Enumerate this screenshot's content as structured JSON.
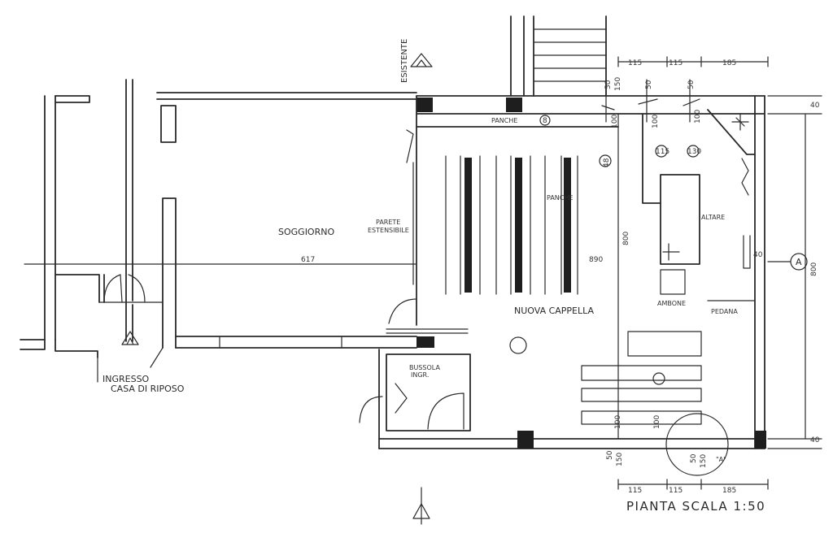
{
  "labels": {
    "soggiorno": "SOGGIORNO",
    "nuova_cappella": "NUOVA CAPPELLA",
    "ingresso_line1": "INGRESSO",
    "ingresso_line2": "CASA DI RIPOSO",
    "esistente": "ESISTENTE",
    "parete_line1": "PARETE",
    "parete_line2": "ESTENSIBILE",
    "panche": "PANCHE",
    "panche_small": "PANCHE",
    "altare": "ALTARE",
    "ambone": "AMBONE",
    "pedana": "PEDANA",
    "bussola_line1": "BUSSOLA",
    "bussola_line2": "INGR.",
    "section_marker": "A",
    "section_marker_bottom": "\"A\"",
    "title": "PIANTA SCALA 1:50"
  },
  "dimensions": {
    "top_row": [
      "115",
      "115",
      "185"
    ],
    "bottom_row": [
      "115",
      "115",
      "185"
    ],
    "top_small": [
      "50",
      "150",
      "50",
      "50"
    ],
    "bottom_small": [
      "50",
      "150",
      "50",
      "150"
    ],
    "wall_right_top": "40",
    "wall_right_bottom": "40",
    "width_soggiorno": "617",
    "width_cappella": "890",
    "height_cappella": "800",
    "height_right": "800",
    "height_v1": "100",
    "height_v2": "100",
    "height_v3": "100",
    "height_v4": "100",
    "height_v5": "100",
    "marker_40": "40",
    "circle_8": "8",
    "circle_48": "48",
    "circle_115": "115",
    "circle_130": "130"
  }
}
